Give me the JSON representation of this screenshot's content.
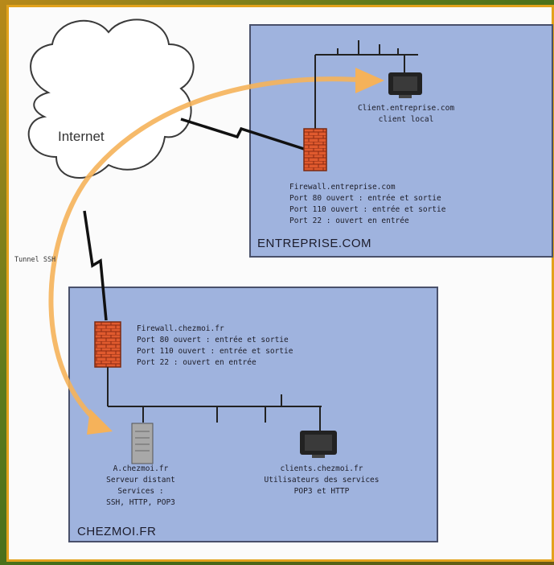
{
  "cloud": {
    "label": "Internet"
  },
  "tunnel_label": "Tunnel SSH",
  "entreprise": {
    "title": "ENTREPRISE.COM",
    "client": {
      "name": "Client.entreprise.com",
      "role": "client local"
    },
    "firewall": {
      "name": "Firewall.entreprise.com",
      "rules": [
        "Port 80 ouvert : entrée et sortie",
        "Port 110 ouvert : entrée et sortie",
        "Port 22 : ouvert en entrée"
      ]
    }
  },
  "chezmoi": {
    "title": "CHEZMOI.FR",
    "firewall": {
      "name": "Firewall.chezmoi.fr",
      "rules": [
        "Port 80 ouvert : entrée et sortie",
        "Port 110 ouvert : entrée et sortie",
        "Port 22 : ouvert en entrée"
      ]
    },
    "server": {
      "lines": [
        "A.chezmoi.fr",
        "Serveur distant",
        "Services :",
        "SSH, HTTP, POP3"
      ]
    },
    "clients": {
      "lines": [
        "clients.chezmoi.fr",
        "Utilisateurs des services",
        "POP3 et HTTP"
      ]
    }
  },
  "colors": {
    "panel": "#9fb3de",
    "firewall": "#e05a2e",
    "arrow": "#f5b25a",
    "frame": "#e2a21c"
  }
}
